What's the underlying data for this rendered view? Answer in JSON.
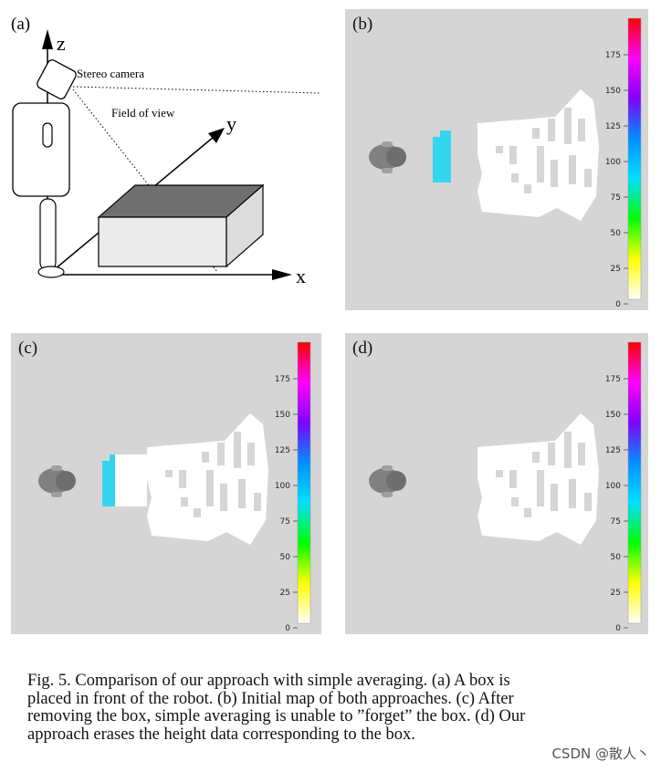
{
  "panel_a": {
    "label": "(a)",
    "axis_x": "x",
    "axis_y": "y",
    "axis_z": "z",
    "camera_label": "Stereo camera",
    "fov_label": "Field of view"
  },
  "panels": [
    {
      "id": "b",
      "label": "(b)",
      "box_visible": true,
      "box_style": "full"
    },
    {
      "id": "c",
      "label": "(c)",
      "box_visible": true,
      "box_style": "cut"
    },
    {
      "id": "d",
      "label": "(d)",
      "box_visible": false,
      "box_style": "none"
    }
  ],
  "colorbar": {
    "ticks": [
      "175",
      "150",
      "125",
      "100",
      "75",
      "50",
      "25",
      "0"
    ],
    "colors": [
      "#ffffff",
      "#ffff00",
      "#00ff00",
      "#00e0ff",
      "#0090ff",
      "#8000ff",
      "#ff00ff",
      "#ff0000"
    ]
  },
  "colors": {
    "map_background": "#d5d5d5",
    "free_space": "#ffffff",
    "box_height": "#33d6ee",
    "robot": "#808080"
  },
  "caption": {
    "lines": [
      "Fig. 5.   Comparison of our approach with simple averaging. (a) A box is",
      "placed in front of the robot. (b) Initial map of both approaches. (c) After",
      "removing the box, simple averaging is unable to ”forget” the box. (d) Our",
      "approach erases the height data corresponding to the box."
    ]
  },
  "watermark": "CSDN @散人丶"
}
